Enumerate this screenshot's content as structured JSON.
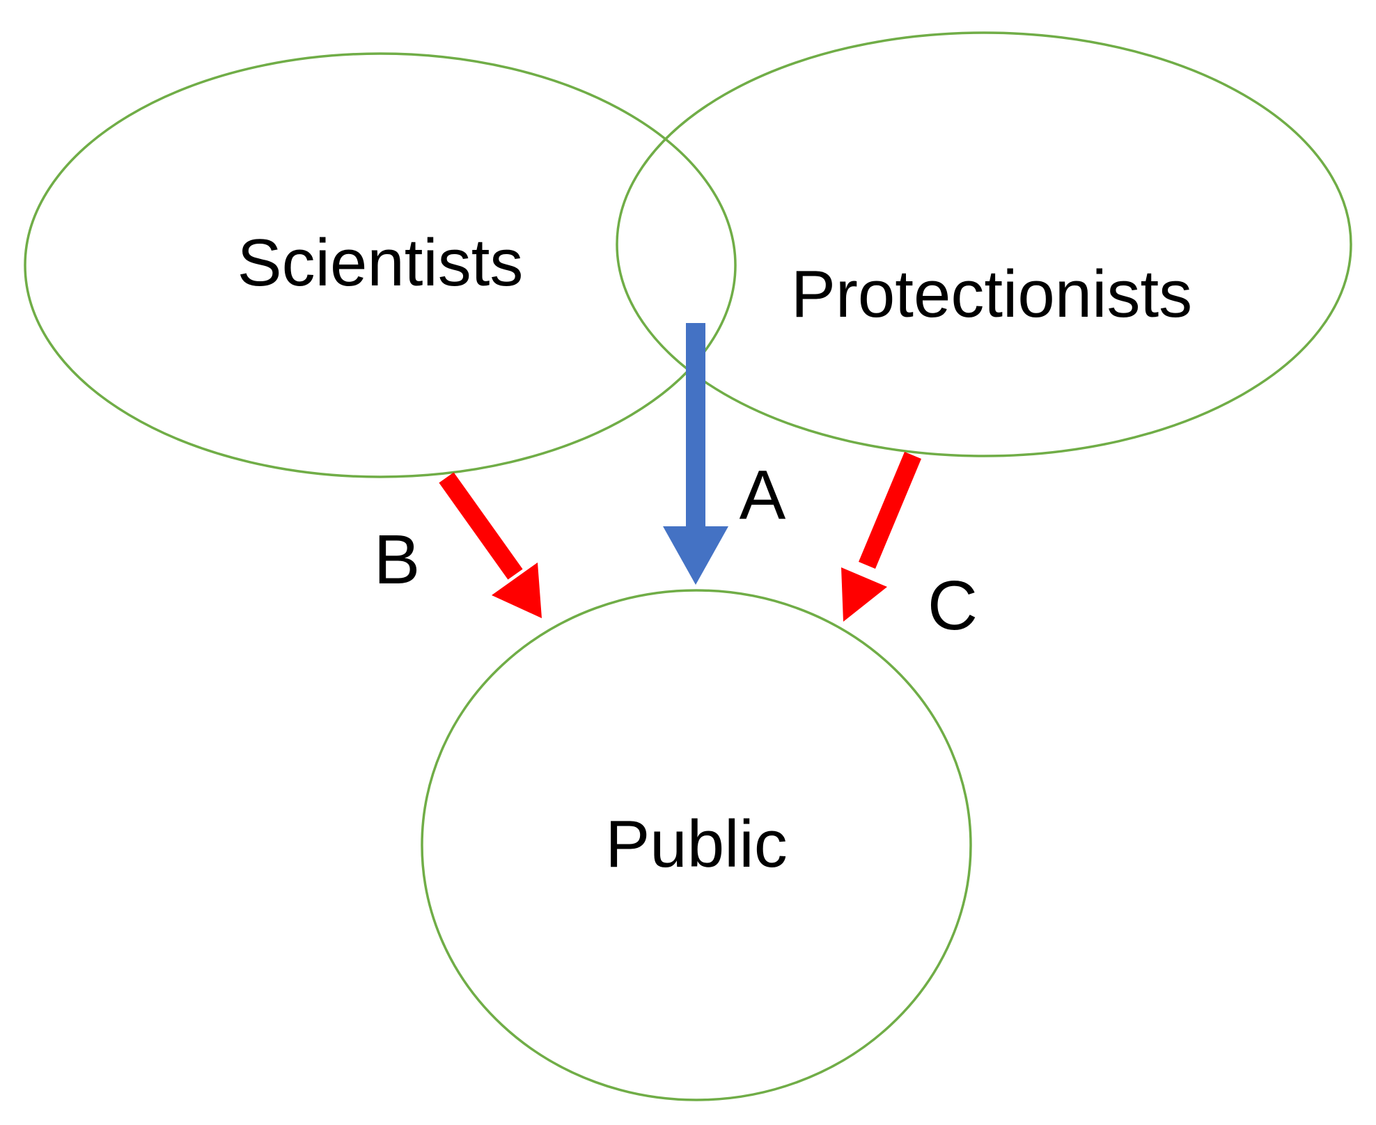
{
  "colors": {
    "outline": "#70AD47",
    "arrow_a": "#4472C4",
    "arrow_bc": "#FF0000",
    "text": "#000000",
    "background": "#FFFFFF"
  },
  "nodes": {
    "scientists": "Scientists",
    "protectionists": "Protectionists",
    "public": "Public"
  },
  "arrows": {
    "a": {
      "label": "A",
      "from": "Scientists ∩ Protectionists",
      "to": "Public"
    },
    "b": {
      "label": "B",
      "from": "Scientists",
      "to": "Public"
    },
    "c": {
      "label": "C",
      "from": "Protectionists",
      "to": "Public"
    }
  }
}
